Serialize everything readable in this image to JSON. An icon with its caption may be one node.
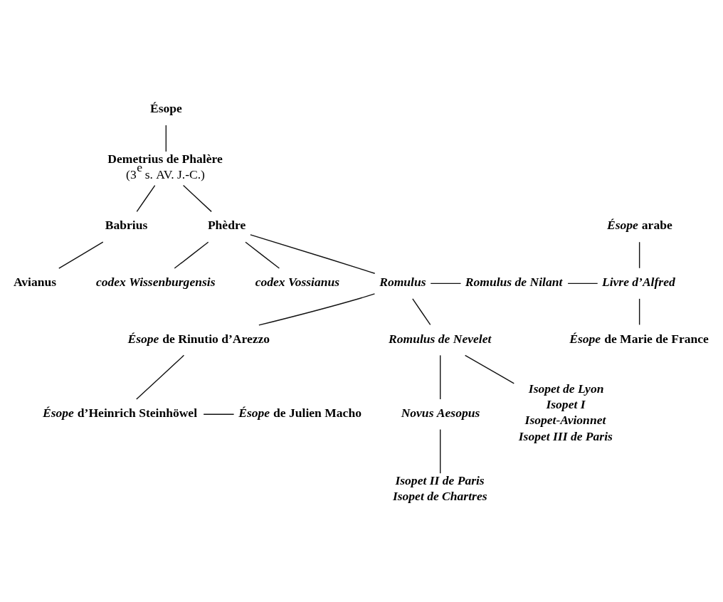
{
  "diagram": {
    "nodes": [
      {
        "text": [
          "Ésope"
        ]
      },
      {
        "text": [
          "Demetrius de Phalère",
          "(3$^{e}$ s. AV. J.-C.)"
        ]
      },
      {
        "text": [
          "Phèdre"
        ]
      },
      {
        "text": [
          "Babrius"
        ]
      },
      {
        "text": [
          "*Ésope* arabe"
        ]
      },
      {
        "text": [
          "codex Wissenburgensis"
        ]
      },
      {
        "text": [
          "codex Vossianus"
        ]
      },
      {
        "text": [
          "Avianus"
        ]
      },
      {
        "text": [
          "Romulus"
        ]
      },
      {
        "text": [
          "Romulus de Nilant"
        ]
      },
      {
        "text": [
          "Livre d’Alfred"
        ]
      },
      {
        "text": [
          "Romulus de Nevelet"
        ]
      },
      {
        "text": [
          "*Ésope* de Marie de France"
        ]
      },
      {
        "text": [
          "Novus Aesopus"
        ]
      },
      {
        "text": [
          "Isopet de Lyon",
          "Isopet I",
          "Isopet-Avionnet",
          "Isopet III de Paris"
        ]
      },
      {
        "text": [
          "Isopet II de Paris",
          "Isopet de Chartres"
        ]
      },
      {
        "text": [
          "*Ésope* de Rinutio d’Arezzo"
        ]
      },
      {
        "text": [
          "*Ésope* d’Heinrich Steinhöwel"
        ]
      },
      {
        "text": [
          "*Ésope* de Julien Macho"
        ]
      }
    ],
    "edges": [
      {
        "from": 0,
        "to": 1,
        "arrow": "none"
      },
      {
        "from": 1,
        "to": 2,
        "arrow": "none"
      },
      {
        "from": 1,
        "to": 3,
        "arrow": "none"
      },
      {
        "from": 2,
        "to": 5,
        "arrow": "none"
      },
      {
        "from": 2,
        "to": 6,
        "arrow": "none"
      },
      {
        "from": 3,
        "to": 7,
        "arrow": "none"
      },
      {
        "from": 2,
        "to": 8,
        "arrow": "none"
      },
      {
        "from": 8,
        "to": 9,
        "arrow": "none"
      },
      {
        "from": 9,
        "to": 10,
        "arrow": "none"
      },
      {
        "from": 4,
        "to": 10,
        "arrow": "none"
      },
      {
        "from": 10,
        "to": 12,
        "arrow": "none"
      },
      {
        "from": 8,
        "to": 11,
        "arrow": "none"
      },
      {
        "from": 11,
        "to": 13,
        "arrow": "none"
      },
      {
        "from": 11,
        "to": 14,
        "arrow": "none"
      },
      {
        "from": 13,
        "to": 15,
        "arrow": "none"
      },
      {
        "from": 8,
        "to": 16,
        "arrow": "none"
      },
      {
        "from": 16,
        "to": 17,
        "arrow": "none"
      },
      {
        "from": 17,
        "to": 18,
        "arrow": "none"
      }
    ]
  }
}
